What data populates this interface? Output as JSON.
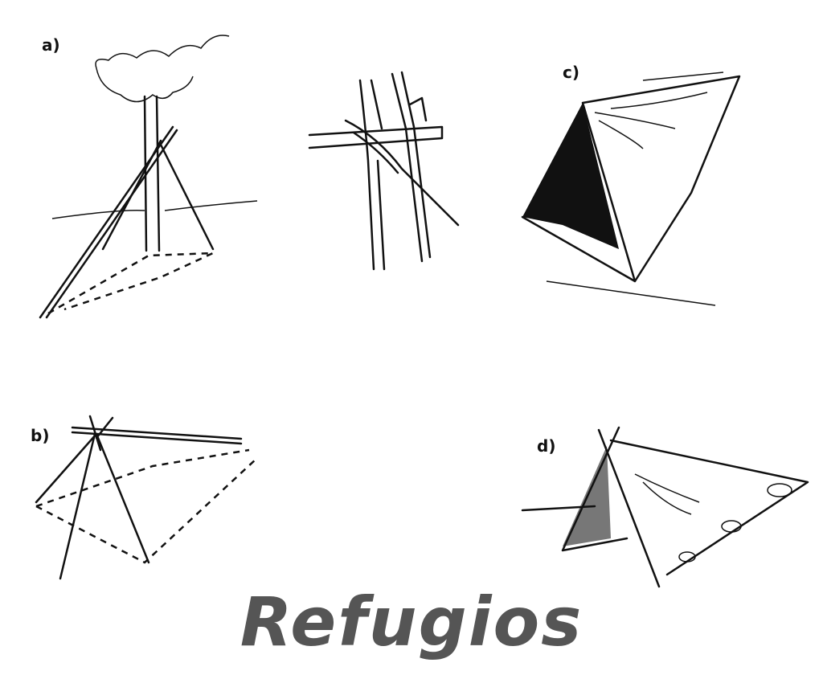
{
  "labels": {
    "a": "a)",
    "b": "b)",
    "c": "c)",
    "d": "d)"
  },
  "title": "Refugios",
  "colors": {
    "ink": "#111111",
    "title": "#555555",
    "background": "#ffffff"
  }
}
